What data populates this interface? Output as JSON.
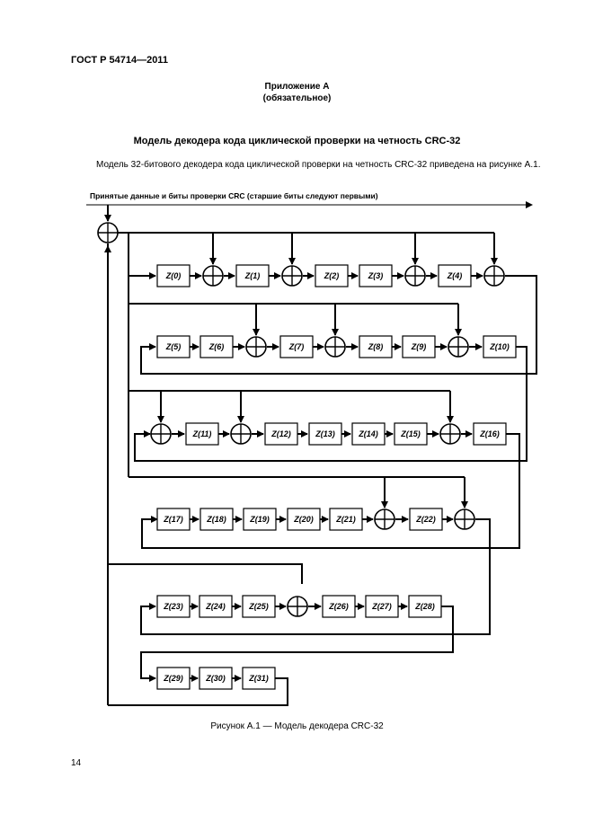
{
  "header": {
    "standard": "ГОСТ Р 54714—2011"
  },
  "appendix": {
    "title": "Приложение А",
    "subtitle": "(обязательное)"
  },
  "section": {
    "title": "Модель декодера кода циклической проверки на четность CRC-32",
    "intro": "Модель 32-битового декодера кода циклической проверки на четность CRC-32 приведена на рисунке А.1."
  },
  "diagram": {
    "input_label": "Принятые данные и биты проверки CRC (старшие биты следуют первыми)",
    "registers": [
      "Z(0)",
      "Z(1)",
      "Z(2)",
      "Z(3)",
      "Z(4)",
      "Z(5)",
      "Z(6)",
      "Z(7)",
      "Z(8)",
      "Z(9)",
      "Z(10)",
      "Z(11)",
      "Z(12)",
      "Z(13)",
      "Z(14)",
      "Z(15)",
      "Z(16)",
      "Z(17)",
      "Z(18)",
      "Z(19)",
      "Z(20)",
      "Z(21)",
      "Z(22)",
      "Z(23)",
      "Z(24)",
      "Z(25)",
      "Z(26)",
      "Z(27)",
      "Z(28)",
      "Z(29)",
      "Z(30)",
      "Z(31)"
    ]
  },
  "figure": {
    "caption": "Рисунок А.1 — Модель декодера CRC-32"
  },
  "footer": {
    "page_number": "14"
  }
}
